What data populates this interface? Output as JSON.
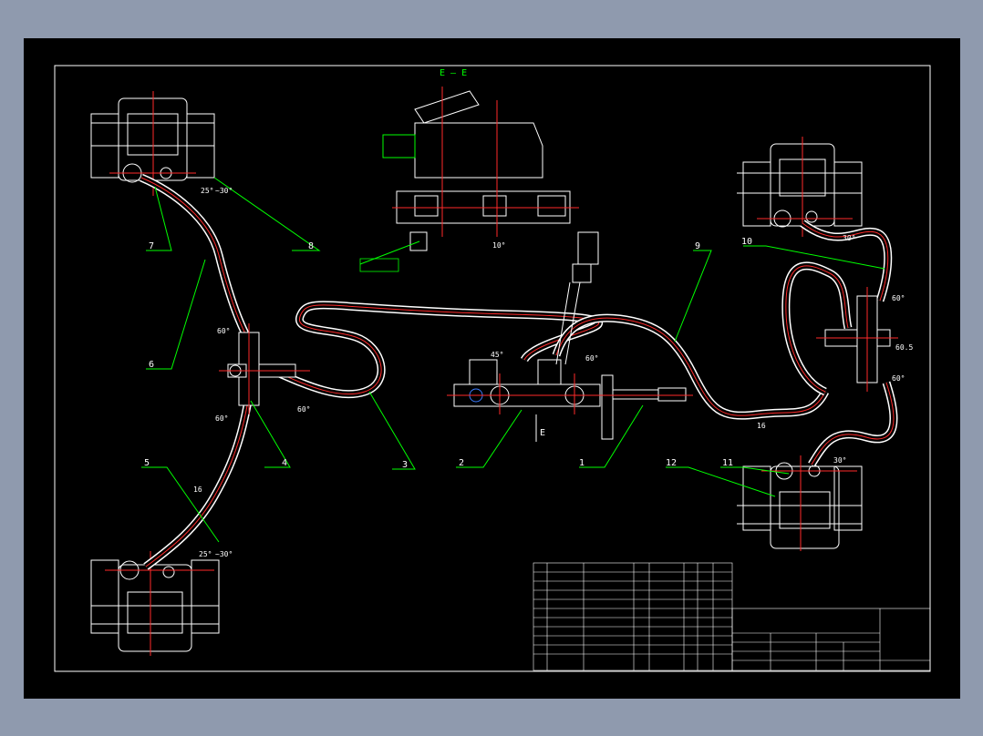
{
  "section_label": "E — E",
  "view_label": "E",
  "callouts": [
    "1",
    "2",
    "3",
    "4",
    "5",
    "6",
    "7",
    "8",
    "9",
    "10",
    "11",
    "12"
  ],
  "angle_labels": {
    "front_left_top": "25°",
    "front_left_range": "~30°",
    "front_left_bottom_a": "25°",
    "front_left_bottom_b": "~30°",
    "tee_left_top": "60°",
    "tee_left_bottom": "60°",
    "tee_mid": "60°",
    "master_a": "45°",
    "master_b": "60°",
    "master_section": "10°",
    "right_top_a": "30°",
    "right_mid_a": "60°",
    "right_mid_b": "60.5",
    "right_mid_c": "60°",
    "right_bottom": "30°",
    "hose_mark_a": "16",
    "hose_mark_b": "16"
  },
  "colors": {
    "frame_bg": "#000000",
    "outer_bg": "#8f9aae",
    "line_white": "#ffffff",
    "line_red": "#ff2a2a",
    "line_green": "#00ff00",
    "line_blue": "#3a7bff"
  }
}
